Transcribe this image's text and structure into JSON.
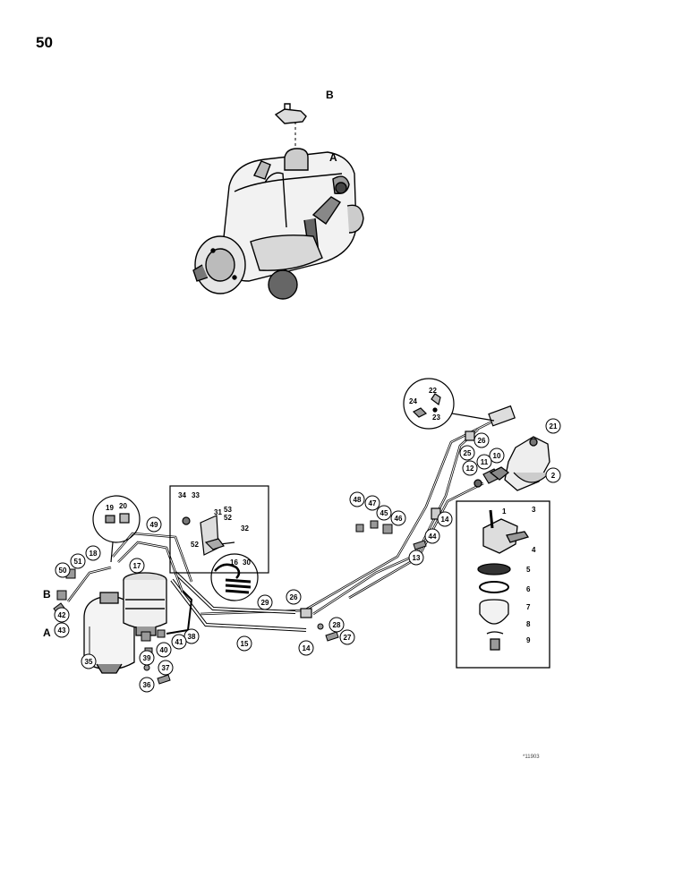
{
  "page_number": "50",
  "letters": {
    "b_pump": "B",
    "a_pump": "A",
    "b_filter": "B",
    "a_filter": "A"
  },
  "callouts": [
    {
      "id": "c2",
      "text": "2"
    },
    {
      "id": "c10",
      "text": "10"
    },
    {
      "id": "c11",
      "text": "11"
    },
    {
      "id": "c12",
      "text": "12"
    },
    {
      "id": "c13",
      "text": "13"
    },
    {
      "id": "c14a",
      "text": "14"
    },
    {
      "id": "c14b",
      "text": "14"
    },
    {
      "id": "c15",
      "text": "15"
    },
    {
      "id": "c17",
      "text": "17"
    },
    {
      "id": "c18",
      "text": "18"
    },
    {
      "id": "c21",
      "text": "21"
    },
    {
      "id": "c25",
      "text": "25"
    },
    {
      "id": "c26a",
      "text": "26"
    },
    {
      "id": "c26b",
      "text": "26"
    },
    {
      "id": "c27",
      "text": "27"
    },
    {
      "id": "c28",
      "text": "28"
    },
    {
      "id": "c29",
      "text": "29"
    },
    {
      "id": "c35",
      "text": "35"
    },
    {
      "id": "c36",
      "text": "36"
    },
    {
      "id": "c37",
      "text": "37"
    },
    {
      "id": "c38",
      "text": "38"
    },
    {
      "id": "c39",
      "text": "39"
    },
    {
      "id": "c40",
      "text": "40"
    },
    {
      "id": "c41",
      "text": "41"
    },
    {
      "id": "c42",
      "text": "42"
    },
    {
      "id": "c43",
      "text": "43"
    },
    {
      "id": "c44",
      "text": "44"
    },
    {
      "id": "c45",
      "text": "45"
    },
    {
      "id": "c46",
      "text": "46"
    },
    {
      "id": "c47",
      "text": "47"
    },
    {
      "id": "c48",
      "text": "48"
    },
    {
      "id": "c49",
      "text": "49"
    },
    {
      "id": "c50",
      "text": "50"
    },
    {
      "id": "c51",
      "text": "51"
    }
  ],
  "plain_labels": [
    {
      "id": "p1",
      "text": "1"
    },
    {
      "id": "p3",
      "text": "3"
    },
    {
      "id": "p4",
      "text": "4"
    },
    {
      "id": "p5",
      "text": "5"
    },
    {
      "id": "p6",
      "text": "6"
    },
    {
      "id": "p7",
      "text": "7"
    },
    {
      "id": "p8",
      "text": "8"
    },
    {
      "id": "p9",
      "text": "9"
    },
    {
      "id": "p16",
      "text": "16"
    },
    {
      "id": "p19",
      "text": "19"
    },
    {
      "id": "p20",
      "text": "20"
    },
    {
      "id": "p22",
      "text": "22"
    },
    {
      "id": "p23",
      "text": "23"
    },
    {
      "id": "p24",
      "text": "24"
    },
    {
      "id": "p30",
      "text": "30"
    },
    {
      "id": "p31",
      "text": "31"
    },
    {
      "id": "p32",
      "text": "32"
    },
    {
      "id": "p33",
      "text": "33"
    },
    {
      "id": "p34",
      "text": "34"
    },
    {
      "id": "p52a",
      "text": "52"
    },
    {
      "id": "p52b",
      "text": "52"
    },
    {
      "id": "p53",
      "text": "53"
    }
  ],
  "drawing_number": "*11903"
}
